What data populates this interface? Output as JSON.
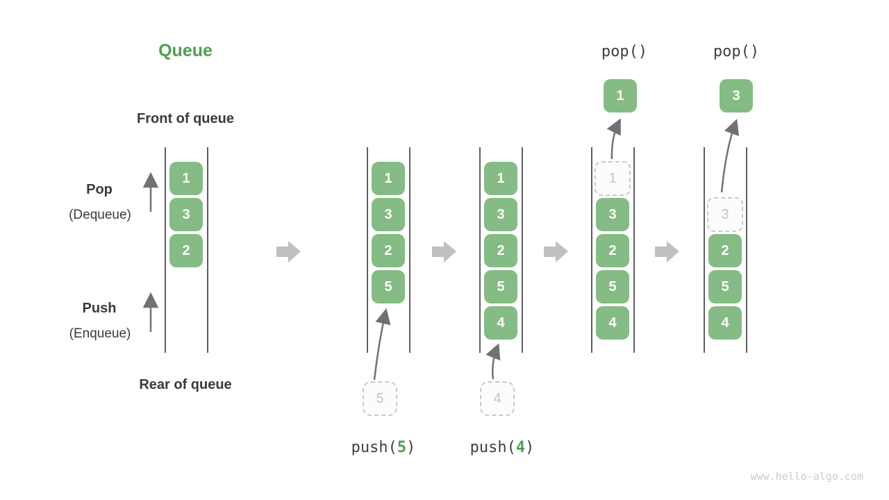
{
  "title": "Queue",
  "labels": {
    "front_of_queue": "Front of queue",
    "rear_of_queue": "Rear of queue",
    "pop": "Pop",
    "pop_sub": "(Dequeue)",
    "push": "Push",
    "push_sub": "(Enqueue)"
  },
  "operations": {
    "pop1": "pop()",
    "pop2": "pop()",
    "push1": {
      "prefix": "push(",
      "arg": "5",
      "suffix": ")"
    },
    "push2": {
      "prefix": "push(",
      "arg": "4",
      "suffix": ")"
    }
  },
  "popped": {
    "first": "1",
    "second": "3"
  },
  "staging": {
    "first": "5",
    "second": "4"
  },
  "columns": [
    {
      "cells": [
        {
          "value": "1"
        },
        {
          "value": "3"
        },
        {
          "value": "2"
        }
      ]
    },
    {
      "cells": [
        {
          "value": "1"
        },
        {
          "value": "3"
        },
        {
          "value": "2"
        },
        {
          "value": "5"
        }
      ]
    },
    {
      "cells": [
        {
          "value": "1"
        },
        {
          "value": "3"
        },
        {
          "value": "2"
        },
        {
          "value": "5"
        },
        {
          "value": "4"
        }
      ]
    },
    {
      "cells": [
        {
          "value": "1",
          "state": "dashed"
        },
        {
          "value": "3"
        },
        {
          "value": "2"
        },
        {
          "value": "5"
        },
        {
          "value": "4"
        }
      ]
    },
    {
      "cells": [
        {
          "value": "3",
          "state": "dashed"
        },
        {
          "value": "2"
        },
        {
          "value": "5"
        },
        {
          "value": "4"
        }
      ]
    }
  ],
  "icons": {
    "flow_arrow": "right-block-arrow",
    "direction_arrow": "up-arrow"
  },
  "colors": {
    "box_green": "#85BB85",
    "accent_green": "#4C9F50",
    "dark_text": "#3A3A3A",
    "column_line": "#5E5E5E",
    "thin_arrow": "#717171",
    "block_arrow": "#C0C0C0",
    "dashed_border": "#C9C9C9",
    "dashed_text": "#C3C3C3"
  },
  "watermark": "www.hello-algo.com"
}
